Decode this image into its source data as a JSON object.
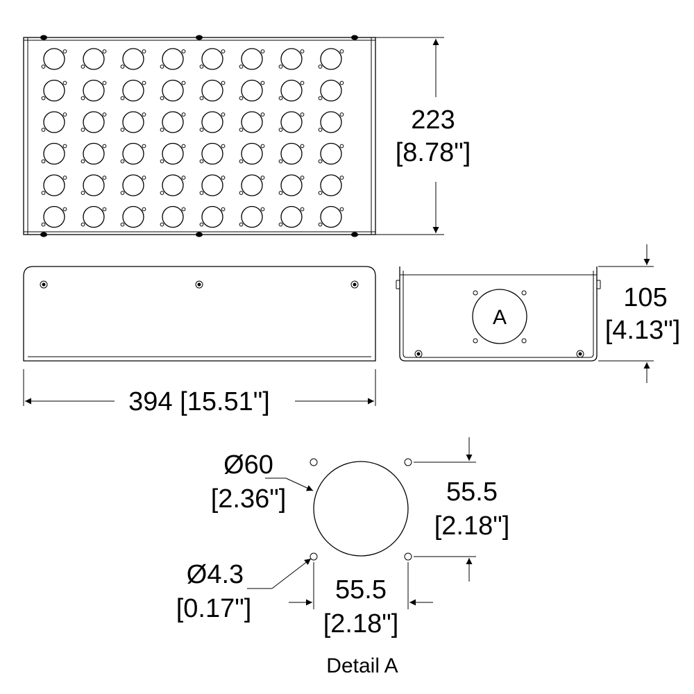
{
  "top_view": {
    "height_dim": {
      "value": "223",
      "imperial": "[8.78\"]"
    },
    "connector_grid": {
      "rows": 6,
      "columns": 8
    }
  },
  "front_view": {
    "width_dim": "394 [15.51\"]"
  },
  "side_view": {
    "height_dim": {
      "value": "105",
      "imperial": "[4.13\"]"
    },
    "detail_marker": "A"
  },
  "detail_a": {
    "title": "Detail A",
    "hole_diameter": {
      "value": "Ø60",
      "imperial": "[2.36\"]"
    },
    "screw_diameter": {
      "value": "Ø4.3",
      "imperial": "[0.17\"]"
    },
    "vertical_spacing": {
      "value": "55.5",
      "imperial": "[2.18\"]"
    },
    "horizontal_spacing": {
      "value": "55.5",
      "imperial": "[2.18\"]"
    }
  }
}
